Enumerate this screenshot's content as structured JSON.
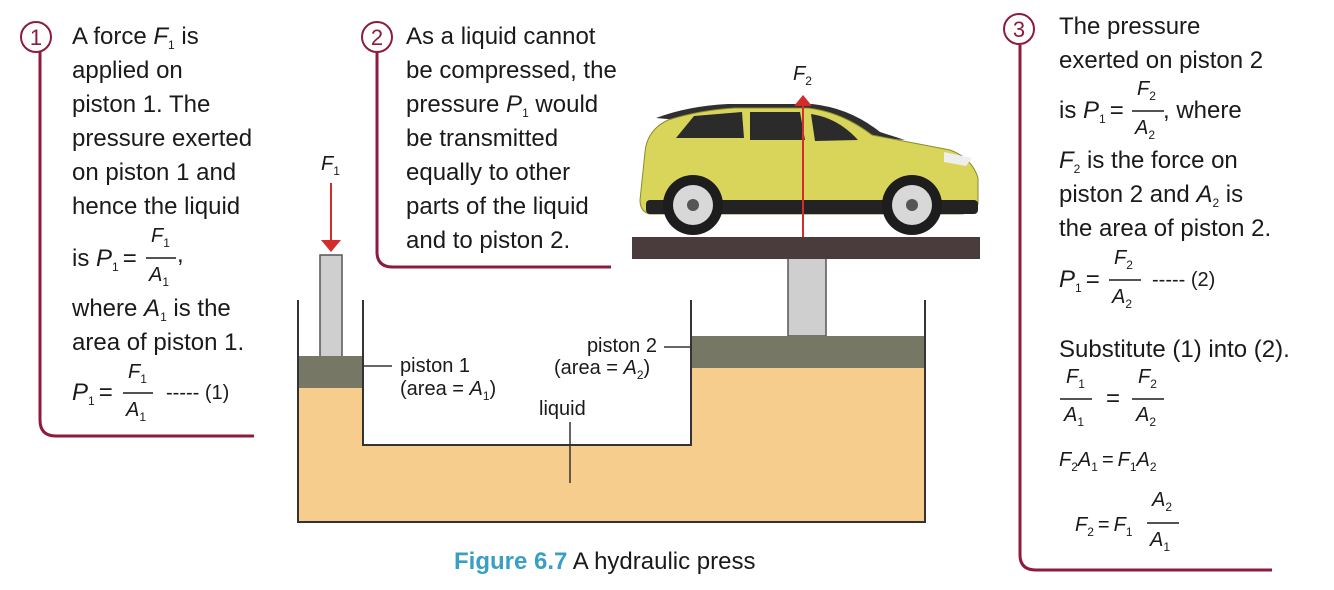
{
  "colors": {
    "accent": "#8c1b3c",
    "figure_number": "#3a9fc4",
    "liquid": "#f6cd8d",
    "piston_head": "#767764",
    "piston_rod": "#cfcfcf",
    "platform": "#4a3c3c",
    "force_arrow_red": "#d42b2b",
    "car_body": "#d9d55a"
  },
  "step1": {
    "number": "1",
    "lines": [
      "applied on",
      "piston 1. The",
      "pressure exerted",
      "on piston 1 and",
      "hence the liquid"
    ],
    "intro": "A force ",
    "force_symbol": "F",
    "force_sub": "1",
    "intro_tail": " is",
    "is_label": "is ",
    "p_symbol": "P",
    "p_sub": "1",
    "equals": "=",
    "frac_num": "F",
    "frac_num_sub": "1",
    "frac_den": "A",
    "frac_den_sub": "1",
    "comma": ",",
    "where_prefix": "where ",
    "where_symbol": "A",
    "where_sub": "1",
    "where_tail": " is the",
    "area_line": "area of piston 1.",
    "eq_tag": "----- (1)"
  },
  "step2": {
    "number": "2",
    "line1": "As a liquid cannot",
    "line2": "be compressed, the",
    "line3_prefix": "pressure ",
    "line3_symbol": "P",
    "line3_sub": "1",
    "line3_tail": " would",
    "line4": "be transmitted",
    "line5": "equally to other",
    "line6": "parts of the liquid",
    "line7": "and to piston 2."
  },
  "step3": {
    "number": "3",
    "line1": "The pressure",
    "line2": "exerted on piston 2",
    "line3_prefix": "is ",
    "p_symbol": "P",
    "p_sub": "1",
    "equals": "=",
    "frac_num": "F",
    "frac_num_sub": "2",
    "frac_den": "A",
    "frac_den_sub": "2",
    "line3_tail": ", where",
    "line4_symbol": "F",
    "line4_sub": "2",
    "line4_tail": " is the force on",
    "line5_prefix": "piston 2 and ",
    "line5_symbol": "A",
    "line5_sub": "2",
    "line5_tail": " is",
    "line6": "the area of piston 2.",
    "eq_tag": "----- (2)",
    "substitute": "Substitute (1) into (2).",
    "e1_ln": "F",
    "e1_ln_sub": "1",
    "e1_ld": "A",
    "e1_ld_sub": "1",
    "e1_rn": "F",
    "e1_rn_sub": "2",
    "e1_rd": "A",
    "e1_rd_sub": "2",
    "e2_a": "F",
    "e2_a_sub": "2",
    "e2_b": "A",
    "e2_b_sub": "1",
    "e2_c": "F",
    "e2_c_sub": "1",
    "e2_d": "A",
    "e2_d_sub": "2",
    "e3_lhs": "F",
    "e3_lhs_sub": "2",
    "e3_f": "F",
    "e3_f_sub": "1",
    "e3_num": "A",
    "e3_num_sub": "2",
    "e3_den": "A",
    "e3_den_sub": "1"
  },
  "diagram": {
    "f1_label": "F",
    "f1_sub": "1",
    "f2_label": "F",
    "f2_sub": "2",
    "piston1_label": "piston 1",
    "piston1_area_prefix": "(area = ",
    "piston1_area_symbol": "A",
    "piston1_area_sub": "1",
    "piston1_area_suffix": ")",
    "piston2_label": "piston 2",
    "piston2_area_prefix": "(area = ",
    "piston2_area_symbol": "A",
    "piston2_area_sub": "2",
    "piston2_area_suffix": ")",
    "liquid_label": "liquid"
  },
  "caption": {
    "figure_number": "Figure 6.7",
    "title": " A hydraulic press"
  }
}
